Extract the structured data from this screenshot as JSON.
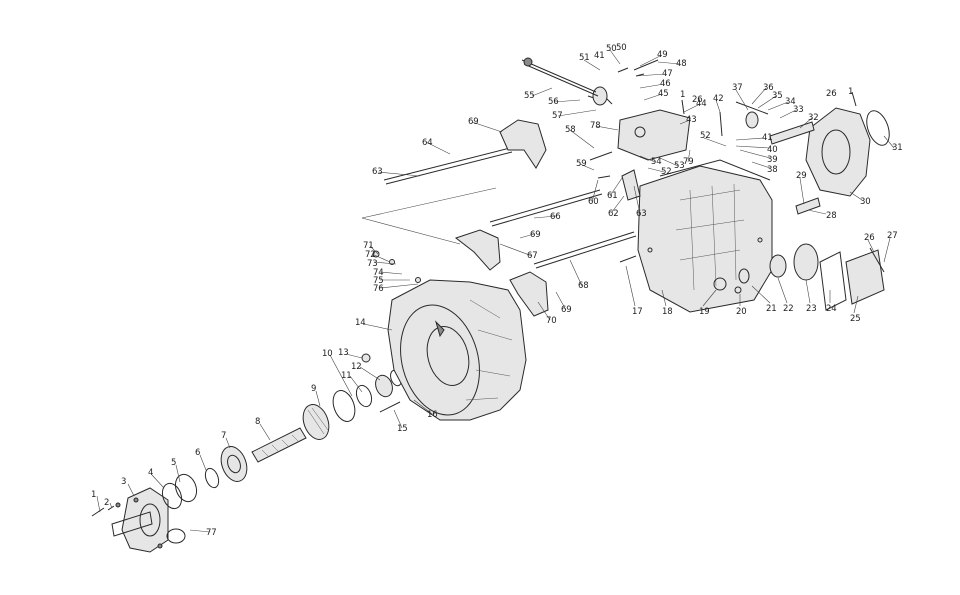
{
  "diagram": {
    "callouts": [
      {
        "id": "c1",
        "text": "1"
      },
      {
        "id": "c2",
        "text": "2"
      },
      {
        "id": "c3",
        "text": "3"
      },
      {
        "id": "c4",
        "text": "4"
      },
      {
        "id": "c5",
        "text": "5"
      },
      {
        "id": "c6",
        "text": "6"
      },
      {
        "id": "c7",
        "text": "7"
      },
      {
        "id": "c8",
        "text": "8"
      },
      {
        "id": "c9",
        "text": "9"
      },
      {
        "id": "c10",
        "text": "10"
      },
      {
        "id": "c11",
        "text": "11"
      },
      {
        "id": "c12",
        "text": "12"
      },
      {
        "id": "c13",
        "text": "13"
      },
      {
        "id": "c14",
        "text": "14"
      },
      {
        "id": "c15",
        "text": "15"
      },
      {
        "id": "c16",
        "text": "16"
      },
      {
        "id": "c17",
        "text": "17"
      },
      {
        "id": "c18",
        "text": "18"
      },
      {
        "id": "c19",
        "text": "19"
      },
      {
        "id": "c20",
        "text": "20"
      },
      {
        "id": "c21",
        "text": "21"
      },
      {
        "id": "c22",
        "text": "22"
      },
      {
        "id": "c23",
        "text": "23"
      },
      {
        "id": "c24",
        "text": "24"
      },
      {
        "id": "c25",
        "text": "25"
      },
      {
        "id": "c26a",
        "text": "26"
      },
      {
        "id": "c27",
        "text": "27"
      },
      {
        "id": "c28",
        "text": "28"
      },
      {
        "id": "c29",
        "text": "29"
      },
      {
        "id": "c30",
        "text": "30"
      },
      {
        "id": "c31",
        "text": "31"
      },
      {
        "id": "c32",
        "text": "32"
      },
      {
        "id": "c33",
        "text": "33"
      },
      {
        "id": "c34",
        "text": "34"
      },
      {
        "id": "c35",
        "text": "35"
      },
      {
        "id": "c36",
        "text": "36"
      },
      {
        "id": "c37",
        "text": "37"
      },
      {
        "id": "c38",
        "text": "38"
      },
      {
        "id": "c39",
        "text": "39"
      },
      {
        "id": "c40",
        "text": "40"
      },
      {
        "id": "c41",
        "text": "41"
      },
      {
        "id": "c42",
        "text": "42"
      },
      {
        "id": "c43",
        "text": "43"
      },
      {
        "id": "c44",
        "text": "44"
      },
      {
        "id": "c45",
        "text": "45"
      },
      {
        "id": "c46",
        "text": "46"
      },
      {
        "id": "c47",
        "text": "47"
      },
      {
        "id": "c48",
        "text": "48"
      },
      {
        "id": "c49",
        "text": "49"
      },
      {
        "id": "c50",
        "text": "50"
      },
      {
        "id": "c51",
        "text": "51"
      },
      {
        "id": "c52a",
        "text": "52"
      },
      {
        "id": "c52b",
        "text": "52"
      },
      {
        "id": "c53",
        "text": "53"
      },
      {
        "id": "c54",
        "text": "54"
      },
      {
        "id": "c55",
        "text": "55"
      },
      {
        "id": "c56",
        "text": "56"
      },
      {
        "id": "c57",
        "text": "57"
      },
      {
        "id": "c58",
        "text": "58"
      },
      {
        "id": "c59",
        "text": "59"
      },
      {
        "id": "c60",
        "text": "60"
      },
      {
        "id": "c61",
        "text": "61"
      },
      {
        "id": "c62",
        "text": "62"
      },
      {
        "id": "c63a",
        "text": "63"
      },
      {
        "id": "c63b",
        "text": "63"
      },
      {
        "id": "c64",
        "text": "64"
      },
      {
        "id": "c66",
        "text": "66"
      },
      {
        "id": "c67",
        "text": "67"
      },
      {
        "id": "c68",
        "text": "68"
      },
      {
        "id": "c69a",
        "text": "69"
      },
      {
        "id": "c69b",
        "text": "69"
      },
      {
        "id": "c69c",
        "text": "69"
      },
      {
        "id": "c70",
        "text": "70"
      },
      {
        "id": "c71",
        "text": "71"
      },
      {
        "id": "c72",
        "text": "72"
      },
      {
        "id": "c73",
        "text": "73"
      },
      {
        "id": "c74",
        "text": "74"
      },
      {
        "id": "c75",
        "text": "75"
      },
      {
        "id": "c76",
        "text": "76"
      },
      {
        "id": "c77",
        "text": "77"
      },
      {
        "id": "c78",
        "text": "78"
      },
      {
        "id": "c79",
        "text": "79"
      },
      {
        "id": "c26b",
        "text": "26"
      },
      {
        "id": "c26c",
        "text": "26"
      },
      {
        "id": "c41b",
        "text": "41"
      },
      {
        "id": "c50b",
        "text": "50"
      },
      {
        "id": "c1b",
        "text": "1"
      },
      {
        "id": "c1c",
        "text": "1"
      }
    ]
  }
}
